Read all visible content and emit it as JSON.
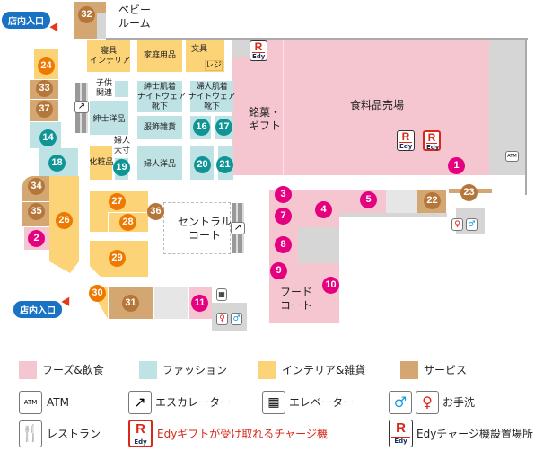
{
  "entrances": [
    "店内入口",
    "店内入口"
  ],
  "areas": {
    "baby_room": "ベビー\nルーム",
    "bedding": "寝具\nインテリア",
    "household": "家庭用品",
    "stationery": "文具",
    "register": "レジ",
    "kids": "子供\n関連",
    "mens_underwear": "紳士肌着\nナイトウェア\n靴下",
    "womens_underwear": "婦人肌着\nナイトウェア\n靴下",
    "mens_wear": "紳士洋品",
    "accessories": "服飾雑貨",
    "cosmetics": "化粧品",
    "womens_large": "婦人\n大寸",
    "womens_wear": "婦人洋品",
    "confectionery": "銘菓・\nギフト",
    "food_floor": "食料品売場",
    "central_court": "セントラル\nコート",
    "food_court": "フード\nコート",
    "atm": "ATM"
  },
  "stores": [
    "1",
    "2",
    "3",
    "4",
    "5",
    "7",
    "8",
    "9",
    "10",
    "11",
    "14",
    "16",
    "17",
    "18",
    "19",
    "20",
    "21",
    "22",
    "23",
    "24",
    "26",
    "27",
    "28",
    "29",
    "30",
    "31",
    "32",
    "33",
    "34",
    "35",
    "36",
    "37"
  ],
  "edy": {
    "r": "R",
    "edy": "Edy"
  },
  "legend": {
    "categories": [
      {
        "label": "フーズ&飲食",
        "color": "#f5c6cf"
      },
      {
        "label": "ファッション",
        "color": "#bfe3e5"
      },
      {
        "label": "インテリア&雑貨",
        "color": "#fdd377"
      },
      {
        "label": "サービス",
        "color": "#d3a672"
      }
    ],
    "icons": {
      "atm": "ATM",
      "escalator": "エスカレーター",
      "elevator": "エレベーター",
      "restroom": "お手洗",
      "restaurant": "レストラン",
      "edy_gift": "Edyギフトが受け取れるチャージ機",
      "edy_charge": "Edyチャージ機設置場所"
    }
  },
  "colors": {
    "food": "#e4007f",
    "fashion": "#0f9595",
    "interior": "#ee7800",
    "service": "#b5763a",
    "entrance": "#1a72c5"
  }
}
